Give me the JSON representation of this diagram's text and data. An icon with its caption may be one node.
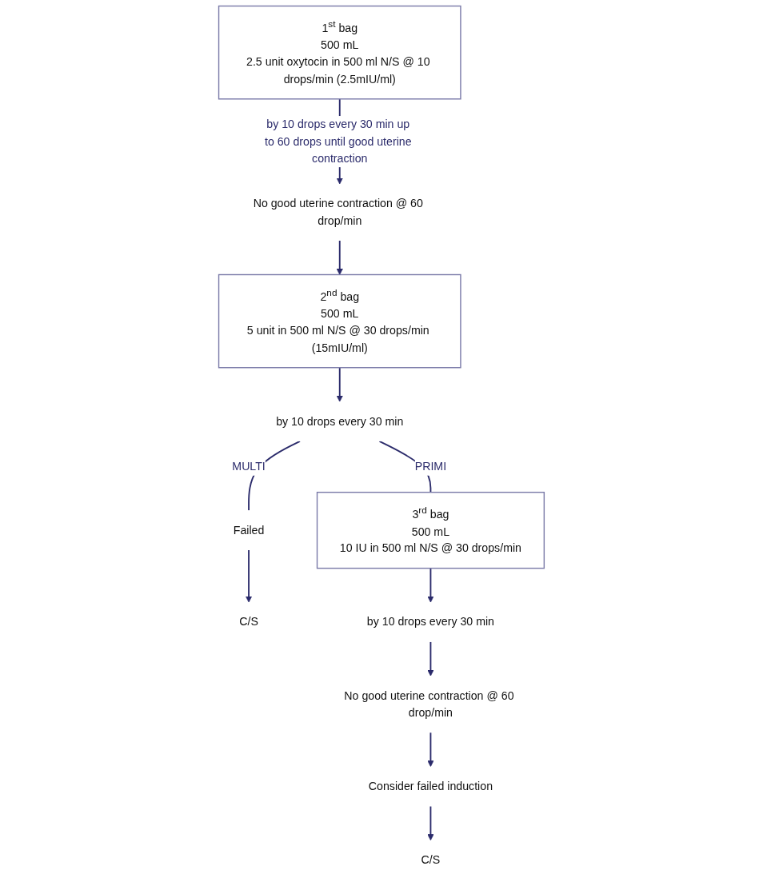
{
  "diagram": {
    "nodes": [
      {
        "text": [
          "1$^{st}$ bag",
          "500 mL",
          "2.5 unit oxytocin in 500 ml N/S @ 10 drops/min (2.5mIU/ml)"
        ]
      },
      {
        "text": [
          "No good uterine contraction @ 60 drop/min"
        ]
      },
      {
        "text": [
          "2$^{nd}$ bag",
          "500 mL",
          "5 unit in 500 ml N/S @ 30 drops/min (15mIU/ml)"
        ]
      },
      {
        "text": [
          "by 10 drops every 30 min"
        ]
      },
      {
        "text": [
          "Failed"
        ]
      },
      {
        "text": [
          "C/S"
        ]
      },
      {
        "text": [
          "3$^{rd}$ bag",
          "500 mL",
          "10 IU in 500 ml N/S @ 30 drops/min"
        ]
      },
      {
        "text": [
          "by 10 drops every 30 min"
        ]
      },
      {
        "text": [
          "No good uterine contraction @ 60 drop/min"
        ]
      },
      {
        "text": [
          "Consider failed induction"
        ]
      },
      {
        "text": [
          "C/S"
        ]
      }
    ],
    "edges": [
      {
        "from": 0,
        "to": 1,
        "arrow": "to",
        "label": "by 10 drops every 30 min up to 60 drops until good uterine contraction"
      },
      {
        "from": 1,
        "to": 2,
        "arrow": "to"
      },
      {
        "from": 2,
        "to": 3,
        "arrow": "to"
      },
      {
        "from": 3,
        "to": 4,
        "arrow": "none",
        "label": "MULTI"
      },
      {
        "from": 3,
        "to": 6,
        "arrow": "none",
        "label": "PRIMI"
      },
      {
        "from": 4,
        "to": 5,
        "arrow": "to"
      },
      {
        "from": 6,
        "to": 7,
        "arrow": "to"
      },
      {
        "from": 7,
        "to": 8,
        "arrow": "to"
      },
      {
        "from": 8,
        "to": 9,
        "arrow": "to"
      },
      {
        "from": 9,
        "to": 10,
        "arrow": "to"
      }
    ]
  }
}
